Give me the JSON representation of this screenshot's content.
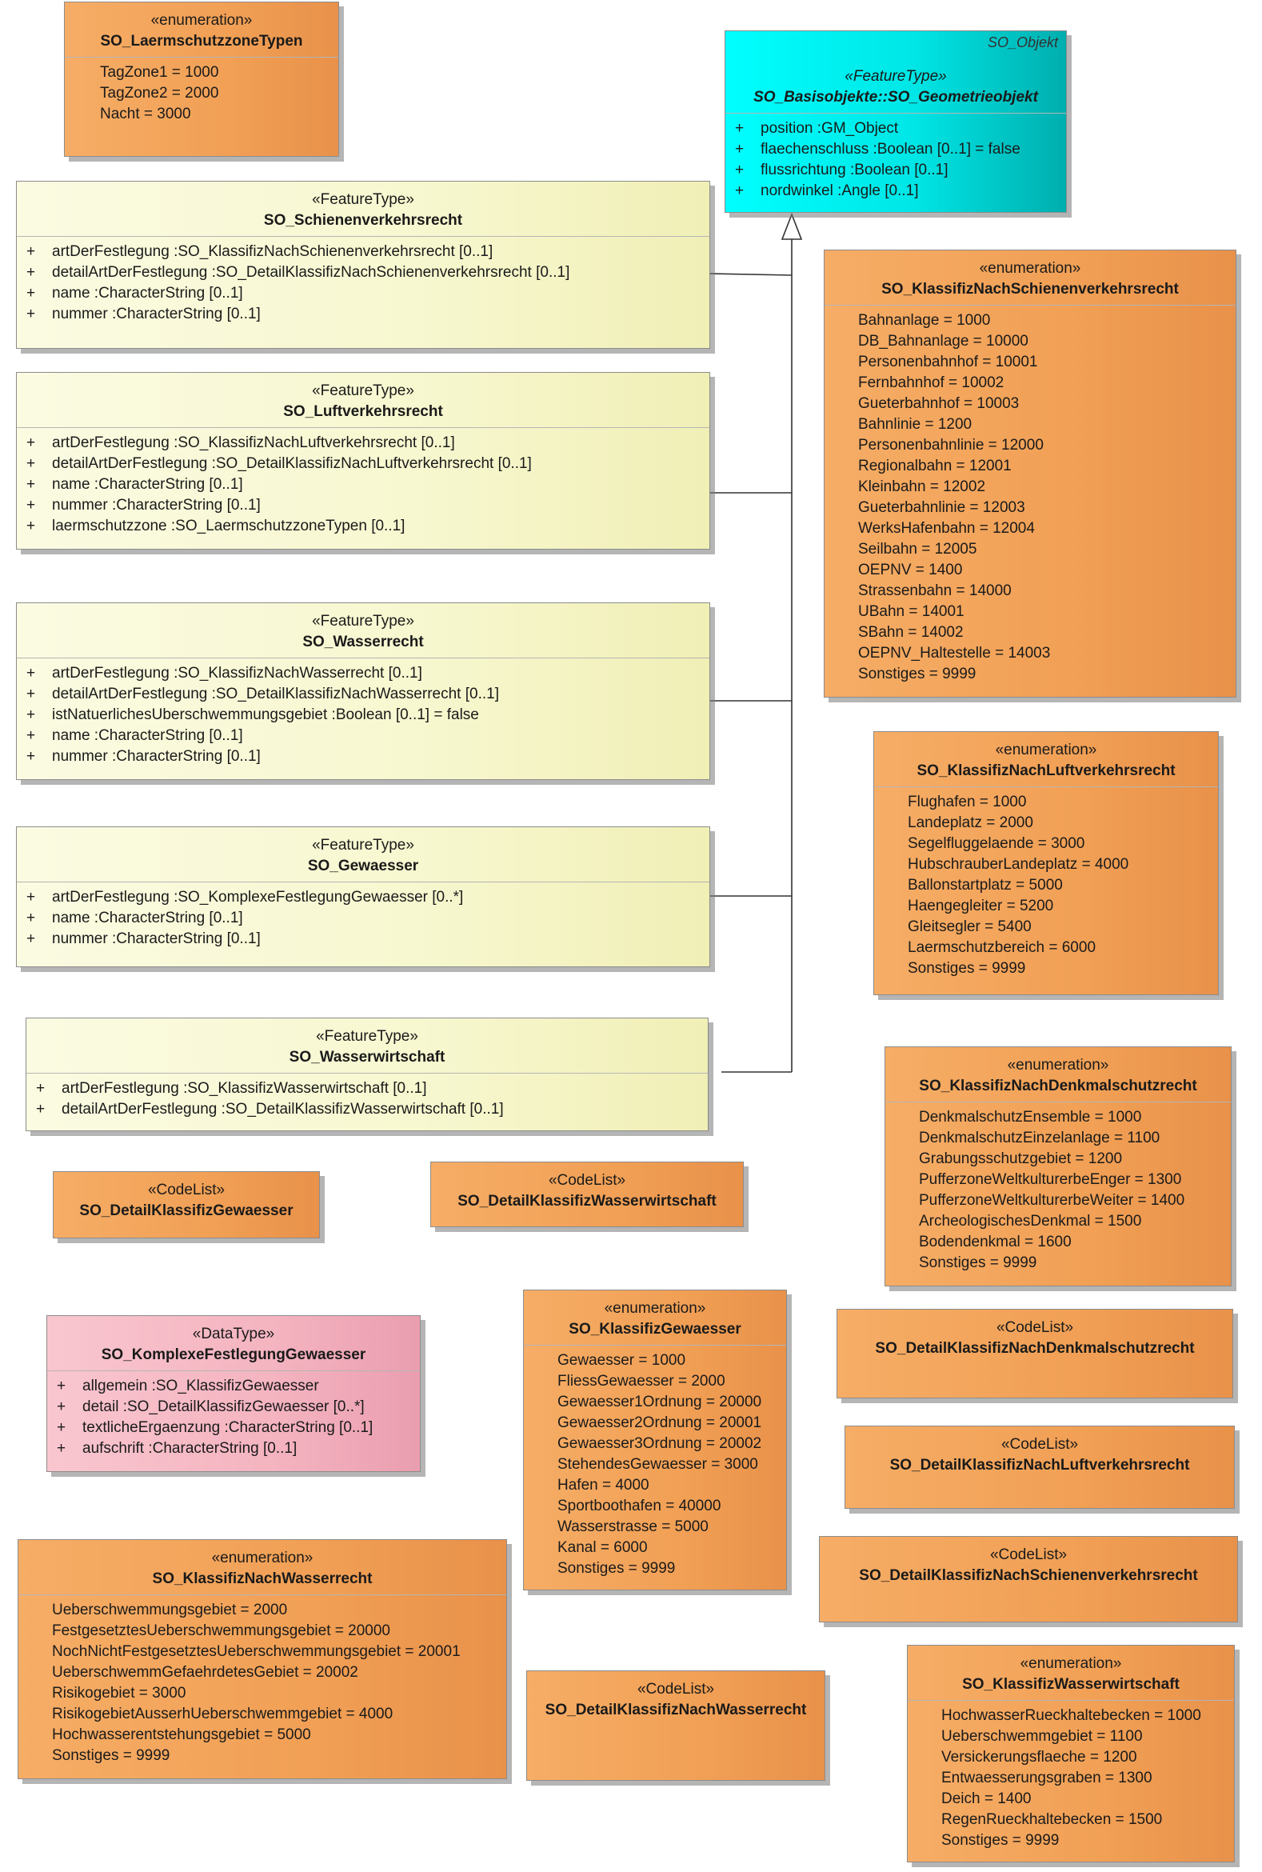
{
  "diagram": {
    "geometrieobjekt": {
      "package": "SO_Objekt",
      "stereotype": "«FeatureType»",
      "name": "SO_Basisobjekte::SO_Geometrieobjekt",
      "attributes": [
        {
          "vis": "+",
          "text": "position  :GM_Object"
        },
        {
          "vis": "+",
          "text": "flaechenschluss  :Boolean [0..1] = false"
        },
        {
          "vis": "+",
          "text": "flussrichtung  :Boolean [0..1]"
        },
        {
          "vis": "+",
          "text": "nordwinkel  :Angle [0..1]"
        }
      ]
    },
    "laermschutzzone": {
      "stereotype": "«enumeration»",
      "name": "SO_LaermschutzzoneTypen",
      "literals": [
        "TagZone1 = 1000",
        "TagZone2 = 2000",
        "Nacht = 3000"
      ]
    },
    "schienen": {
      "stereotype": "«FeatureType»",
      "name": "SO_Schienenverkehrsrecht",
      "attributes": [
        {
          "vis": "+",
          "text": "artDerFestlegung  :SO_KlassifizNachSchienenverkehrsrecht [0..1]"
        },
        {
          "vis": "+",
          "text": "detailArtDerFestlegung  :SO_DetailKlassifizNachSchienenverkehrsrecht [0..1]"
        },
        {
          "vis": "+",
          "text": "name  :CharacterString [0..1]"
        },
        {
          "vis": "+",
          "text": "nummer  :CharacterString [0..1]"
        }
      ]
    },
    "luft": {
      "stereotype": "«FeatureType»",
      "name": "SO_Luftverkehrsrecht",
      "attributes": [
        {
          "vis": "+",
          "text": "artDerFestlegung  :SO_KlassifizNachLuftverkehrsrecht [0..1]"
        },
        {
          "vis": "+",
          "text": "detailArtDerFestlegung  :SO_DetailKlassifizNachLuftverkehrsrecht [0..1]"
        },
        {
          "vis": "+",
          "text": "name  :CharacterString [0..1]"
        },
        {
          "vis": "+",
          "text": "nummer  :CharacterString [0..1]"
        },
        {
          "vis": "+",
          "text": "laermschutzzone  :SO_LaermschutzzoneTypen [0..1]"
        }
      ]
    },
    "wasserrecht": {
      "stereotype": "«FeatureType»",
      "name": "SO_Wasserrecht",
      "attributes": [
        {
          "vis": "+",
          "text": "artDerFestlegung  :SO_KlassifizNachWasserrecht [0..1]"
        },
        {
          "vis": "+",
          "text": "detailArtDerFestlegung  :SO_DetailKlassifizNachWasserrecht [0..1]"
        },
        {
          "vis": "+",
          "text": "istNatuerlichesUberschwemmungsgebiet  :Boolean [0..1] = false"
        },
        {
          "vis": "+",
          "text": "name  :CharacterString [0..1]"
        },
        {
          "vis": "+",
          "text": "nummer  :CharacterString [0..1]"
        }
      ]
    },
    "gewaesser": {
      "stereotype": "«FeatureType»",
      "name": "SO_Gewaesser",
      "attributes": [
        {
          "vis": "+",
          "text": "artDerFestlegung  :SO_KomplexeFestlegungGewaesser [0..*]"
        },
        {
          "vis": "+",
          "text": "name  :CharacterString [0..1]"
        },
        {
          "vis": "+",
          "text": "nummer  :CharacterString [0..1]"
        }
      ]
    },
    "wasserwirtschaft": {
      "stereotype": "«FeatureType»",
      "name": "SO_Wasserwirtschaft",
      "attributes": [
        {
          "vis": "+",
          "text": "artDerFestlegung  :SO_KlassifizWasserwirtschaft [0..1]"
        },
        {
          "vis": "+",
          "text": "detailArtDerFestlegung  :SO_DetailKlassifizWasserwirtschaft [0..1]"
        }
      ]
    },
    "klassSchienen": {
      "stereotype": "«enumeration»",
      "name": "SO_KlassifizNachSchienenverkehrsrecht",
      "literals": [
        "Bahnanlage = 1000",
        "DB_Bahnanlage = 10000",
        "Personenbahnhof = 10001",
        "Fernbahnhof = 10002",
        "Gueterbahnhof = 10003",
        "Bahnlinie = 1200",
        "Personenbahnlinie = 12000",
        "Regionalbahn = 12001",
        "Kleinbahn = 12002",
        "Gueterbahnlinie = 12003",
        "WerksHafenbahn = 12004",
        "Seilbahn = 12005",
        "OEPNV = 1400",
        "Strassenbahn = 14000",
        "UBahn = 14001",
        "SBahn = 14002",
        "OEPNV_Haltestelle = 14003",
        "Sonstiges = 9999"
      ]
    },
    "klassLuft": {
      "stereotype": "«enumeration»",
      "name": "SO_KlassifizNachLuftverkehrsrecht",
      "literals": [
        "Flughafen = 1000",
        "Landeplatz = 2000",
        "Segelfluggelaende = 3000",
        "HubschrauberLandeplatz = 4000",
        "Ballonstartplatz = 5000",
        "Haengegleiter = 5200",
        "Gleitsegler = 5400",
        "Laermschutzbereich = 6000",
        "Sonstiges = 9999"
      ]
    },
    "klassDenkmal": {
      "stereotype": "«enumeration»",
      "name": "SO_KlassifizNachDenkmalschutzrecht",
      "literals": [
        "DenkmalschutzEnsemble = 1000",
        "DenkmalschutzEinzelanlage = 1100",
        "Grabungsschutzgebiet = 1200",
        "PufferzoneWeltkulturerbeEnger = 1300",
        "PufferzoneWeltkulturerbeWeiter = 1400",
        "ArcheologischesDenkmal = 1500",
        "Bodendenkmal = 1600",
        "Sonstiges = 9999"
      ]
    },
    "detailGewaesser": {
      "stereotype": "«CodeList»",
      "name": "SO_DetailKlassifizGewaesser"
    },
    "detailWasserwirtschaft": {
      "stereotype": "«CodeList»",
      "name": "SO_DetailKlassifizWasserwirtschaft"
    },
    "komplexe": {
      "stereotype": "«DataType»",
      "name": "SO_KomplexeFestlegungGewaesser",
      "attributes": [
        {
          "vis": "+",
          "text": "allgemein  :SO_KlassifizGewaesser"
        },
        {
          "vis": "+",
          "text": "detail  :SO_DetailKlassifizGewaesser [0..*]"
        },
        {
          "vis": "+",
          "text": "textlicheErgaenzung  :CharacterString [0..1]"
        },
        {
          "vis": "+",
          "text": "aufschrift  :CharacterString [0..1]"
        }
      ]
    },
    "klassGewaesser": {
      "stereotype": "«enumeration»",
      "name": "SO_KlassifizGewaesser",
      "literals": [
        "Gewaesser = 1000",
        "FliessGewaesser = 2000",
        "Gewaesser1Ordnung = 20000",
        "Gewaesser2Ordnung = 20001",
        "Gewaesser3Ordnung = 20002",
        "StehendesGewaesser = 3000",
        "Hafen = 4000",
        "Sportboothafen = 40000",
        "Wasserstrasse = 5000",
        "Kanal = 6000",
        "Sonstiges = 9999"
      ]
    },
    "detailDenkmal": {
      "stereotype": "«CodeList»",
      "name": "SO_DetailKlassifizNachDenkmalschutzrecht"
    },
    "detailLuft": {
      "stereotype": "«CodeList»",
      "name": "SO_DetailKlassifizNachLuftverkehrsrecht"
    },
    "detailSchienen": {
      "stereotype": "«CodeList»",
      "name": "SO_DetailKlassifizNachSchienenverkehrsrecht"
    },
    "klassWasserrecht": {
      "stereotype": "«enumeration»",
      "name": "SO_KlassifizNachWasserrecht",
      "literals": [
        "Ueberschwemmungsgebiet = 2000",
        "FestgesetztesUeberschwemmungsgebiet = 20000",
        "NochNichtFestgesetztesUeberschwemmungsgebiet = 20001",
        "UeberschwemmGefaehrdetesGebiet = 20002",
        "Risikogebiet = 3000",
        "RisikogebietAusserhUeberschwemmgebiet = 4000",
        "Hochwasserentstehungsgebiet = 5000",
        "Sonstiges = 9999"
      ]
    },
    "detailWasserrecht": {
      "stereotype": "«CodeList»",
      "name": "SO_DetailKlassifizNachWasserrecht"
    },
    "klassWasserwirtschaft": {
      "stereotype": "«enumeration»",
      "name": "SO_KlassifizWasserwirtschaft",
      "literals": [
        "HochwasserRueckhaltebecken = 1000",
        "Ueberschwemmgebiet = 1100",
        "Versickerungsflaeche = 1200",
        "Entwaesserungsgraben = 1300",
        "Deich = 1400",
        "RegenRueckhaltebecken = 1500",
        "Sonstiges = 9999"
      ]
    }
  },
  "colors": {
    "enumeration": "#f1a055",
    "featureType": "#f7f7cf",
    "dataType": "#f4b4c0",
    "baseClass": "#00e6e6",
    "connector": "#333333"
  }
}
